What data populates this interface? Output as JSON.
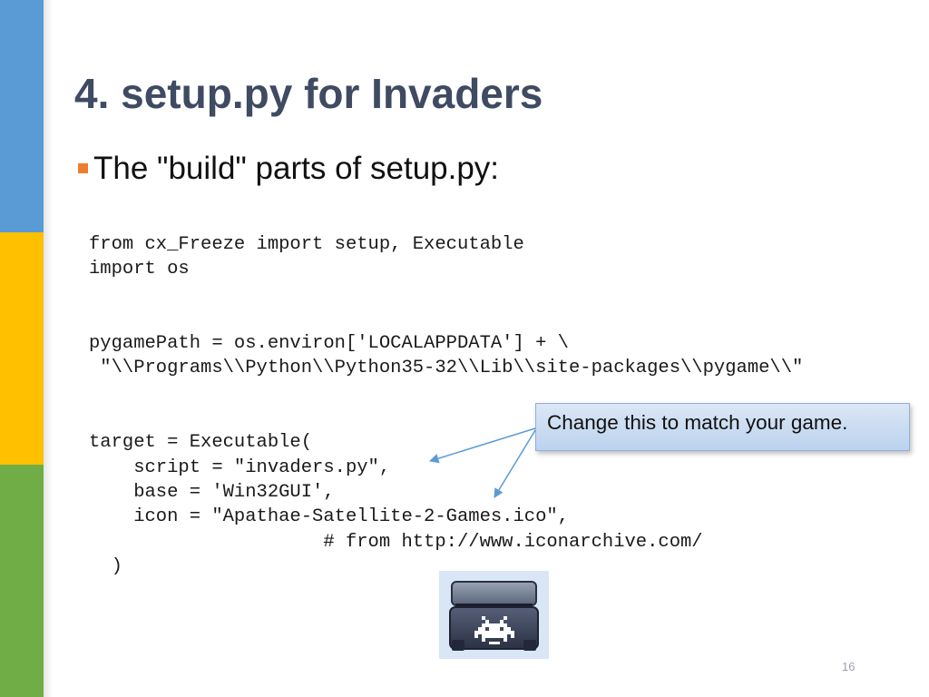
{
  "slide": {
    "title": "4. setup.py for Invaders",
    "bullet": "The \"build\" parts of setup.py:",
    "code": [
      "from cx_Freeze import setup, Executable",
      "import os",
      "",
      "",
      "pygamePath = os.environ['LOCALAPPDATA'] + \\",
      " \"\\\\Programs\\\\Python\\\\Python35-32\\\\Lib\\\\site-packages\\\\pygame\\\\\"",
      "",
      "",
      "target = Executable(",
      "    script = \"invaders.py\",",
      "    base = 'Win32GUI',",
      "    icon = \"Apathae-Satellite-2-Games.ico\",",
      "                     # from http://www.iconarchive.com/",
      "  )"
    ],
    "callout": "Change this to match your game.",
    "page_number": "16"
  },
  "colors": {
    "bar_blue": "#5a9bd5",
    "bar_yellow": "#ffc000",
    "bar_green": "#70ad47",
    "title": "#3f4a63",
    "bullet_marker": "#ed7d31",
    "callout_fill": "#c9dbf2",
    "arrow": "#5b9bd5"
  },
  "icons": {
    "game_icon": "space-invader-chest-icon"
  }
}
